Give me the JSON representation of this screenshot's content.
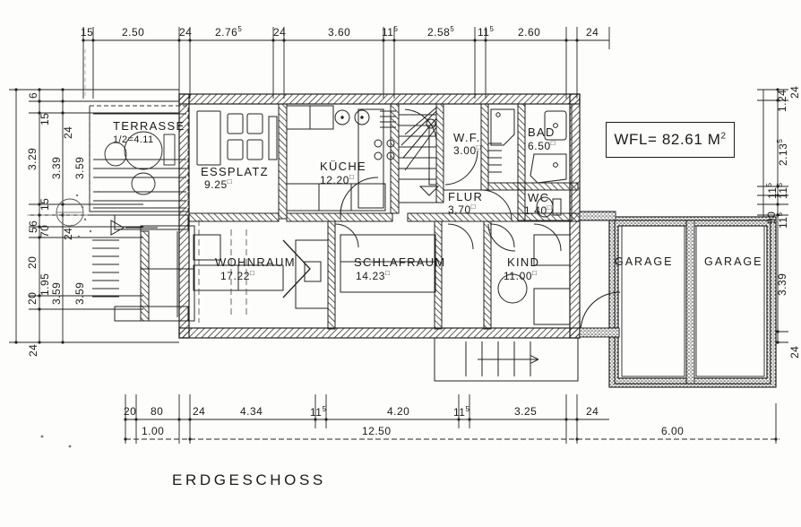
{
  "drawing": {
    "title": "ERDGESCHOSS",
    "wfl_label": "WFL=",
    "wfl_value": "82.61",
    "wfl_unit": "M",
    "wfl_unit_sup": "2"
  },
  "rooms": [
    {
      "name": "TERRASSE",
      "area": "1/2=4.11",
      "unit": ""
    },
    {
      "name": "ESSPLATZ",
      "area": "9.25",
      "unit": "□"
    },
    {
      "name": "KÜCHE",
      "area": "12.20",
      "unit": "□"
    },
    {
      "name": "W.F.",
      "area": "3.00",
      "unit": "□"
    },
    {
      "name": "BAD",
      "area": "6.50",
      "unit": "□"
    },
    {
      "name": "FLUR",
      "area": "3.70",
      "unit": "□"
    },
    {
      "name": "WC",
      "area": "1.40",
      "unit": "□"
    },
    {
      "name": "WOHNRAUM",
      "area": "17.22",
      "unit": "□"
    },
    {
      "name": "SCHLAFRAUM",
      "area": "14.23",
      "unit": "□"
    },
    {
      "name": "KIND",
      "area": "11.00",
      "unit": "□"
    },
    {
      "name": "GARAGE",
      "area": "",
      "unit": ""
    },
    {
      "name": "GARAGE",
      "area": "",
      "unit": ""
    }
  ],
  "dimensions": {
    "top": [
      {
        "value": "15",
        "sup": ""
      },
      {
        "value": "2.50",
        "sup": ""
      },
      {
        "value": "24",
        "sup": ""
      },
      {
        "value": "2.76",
        "sup": "5"
      },
      {
        "value": "24",
        "sup": ""
      },
      {
        "value": "3.60",
        "sup": ""
      },
      {
        "value": "11",
        "sup": "5"
      },
      {
        "value": "2.58",
        "sup": "5"
      },
      {
        "value": "11",
        "sup": "5"
      },
      {
        "value": "2.60",
        "sup": ""
      },
      {
        "value": "24",
        "sup": ""
      }
    ],
    "bottom": [
      {
        "value": "20",
        "sup": ""
      },
      {
        "value": "80",
        "sup": ""
      },
      {
        "value": "24",
        "sup": ""
      },
      {
        "value": "4.34",
        "sup": ""
      },
      {
        "value": "11",
        "sup": "5"
      },
      {
        "value": "4.20",
        "sup": ""
      },
      {
        "value": "11",
        "sup": "5"
      },
      {
        "value": "3.25",
        "sup": ""
      },
      {
        "value": "24",
        "sup": ""
      }
    ],
    "bottom_totals": [
      {
        "value": "1.00"
      },
      {
        "value": "12.50"
      },
      {
        "value": "6.00"
      }
    ],
    "left_outer": [
      {
        "value": "6",
        "sup": ""
      },
      {
        "value": "24",
        "sup": ""
      },
      {
        "value": "24",
        "sup": ""
      }
    ],
    "left_inner_a": [
      {
        "value": "15",
        "sup": ""
      },
      {
        "value": "3.29",
        "sup": ""
      },
      {
        "value": "15",
        "sup": ""
      },
      {
        "value": "70",
        "sup": ""
      },
      {
        "value": "20",
        "sup": ""
      },
      {
        "value": "1.95",
        "sup": ""
      },
      {
        "value": "20",
        "sup": ""
      },
      {
        "value": "56",
        "sup": ""
      }
    ],
    "left_inner_b": [
      {
        "value": "24",
        "sup": ""
      },
      {
        "value": "3.39",
        "sup": ""
      },
      {
        "value": "24",
        "sup": ""
      },
      {
        "value": "3.59",
        "sup": ""
      }
    ],
    "left_inner_c": [
      {
        "value": "3.59",
        "sup": ""
      },
      {
        "value": "3.59",
        "sup": ""
      }
    ],
    "right_outer": [
      {
        "value": "24",
        "sup": ""
      },
      {
        "value": "24",
        "sup": ""
      }
    ],
    "right_inner": [
      {
        "value": "1.24",
        "sup": ""
      },
      {
        "value": "2.13",
        "sup": "5"
      },
      {
        "value": "11",
        "sup": "5"
      },
      {
        "value": "11",
        "sup": "5"
      },
      {
        "value": "90",
        "sup": ""
      },
      {
        "value": "11",
        "sup": "5"
      },
      {
        "value": "3.39",
        "sup": ""
      }
    ]
  }
}
